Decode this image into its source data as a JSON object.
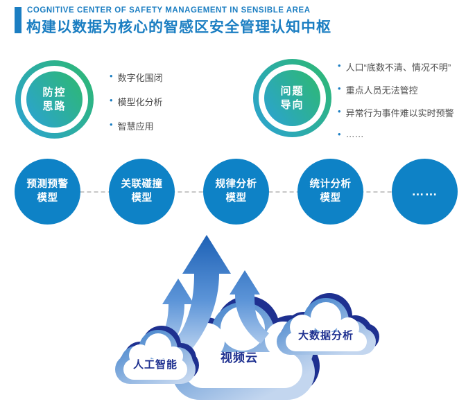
{
  "header": {
    "title_en": "COGNITIVE CENTER OF SAFETY MANAGEMENT IN SENSIBLE AREA",
    "title_zh": "构建以数据为核心的智感区安全管理认知中枢"
  },
  "icons": {
    "bullet": "•"
  },
  "concepts": [
    {
      "badge_line1": "防控",
      "badge_line2": "思路",
      "bullets": [
        "数字化围闭",
        "模型化分析",
        "智慧应用"
      ]
    },
    {
      "badge_line1": "问题",
      "badge_line2": "导向",
      "bullets": [
        "人口“底数不清、情况不明”",
        "重点人员无法管控",
        "异常行为事件难以实时预警",
        "……"
      ]
    }
  ],
  "models": [
    {
      "line1": "预测预警",
      "line2": "模型"
    },
    {
      "line1": "关联碰撞",
      "line2": "模型"
    },
    {
      "line1": "规律分析",
      "line2": "模型"
    },
    {
      "line1": "统计分析",
      "line2": "模型"
    },
    {
      "line1": "……",
      "line2": ""
    }
  ],
  "clouds": {
    "left": "人工智能",
    "center": "视频云",
    "right": "大数据分析"
  },
  "colors": {
    "accent_blue": "#1b7ec2",
    "model_circle_blue": "#0e82c6",
    "badge_gradient_start": "#2ba2d5",
    "badge_gradient_end": "#2eb96f",
    "cloud_navy": "#1e3090",
    "bullet_text": "#4d4d4d"
  }
}
